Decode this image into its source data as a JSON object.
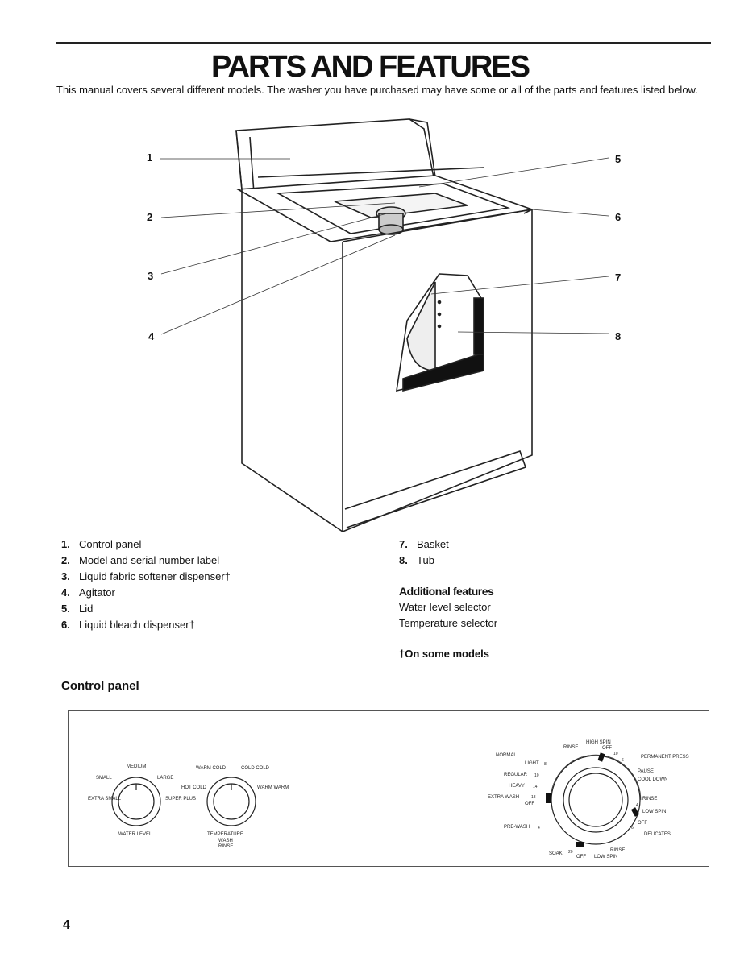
{
  "header": {
    "title": "PARTS AND FEATURES",
    "intro": "This manual covers several different models. The washer you have purchased may have some or all of the parts and features listed below."
  },
  "diagram": {
    "callouts": [
      "1",
      "2",
      "3",
      "4",
      "5",
      "6",
      "7",
      "8"
    ]
  },
  "parts_left": [
    {
      "num": "1.",
      "label": "Control panel"
    },
    {
      "num": "2.",
      "label": "Model and serial number label"
    },
    {
      "num": "3.",
      "label": "Liquid fabric softener dispenser†"
    },
    {
      "num": "4.",
      "label": "Agitator"
    },
    {
      "num": "5.",
      "label": "Lid"
    },
    {
      "num": "6.",
      "label": "Liquid bleach dispenser†"
    }
  ],
  "parts_right": [
    {
      "num": "7.",
      "label": "Basket"
    },
    {
      "num": "8.",
      "label": "Tub"
    }
  ],
  "additional": {
    "title": "Additional features",
    "items": [
      "Water level selector",
      "Temperature selector"
    ]
  },
  "footnote": "†On some models",
  "control_panel": {
    "heading": "Control panel",
    "water_level": {
      "caption": "WATER LEVEL",
      "labels": [
        "MEDIUM",
        "SMALL",
        "LARGE",
        "EXTRA SMALL",
        "SUPER PLUS"
      ]
    },
    "temperature": {
      "caption": "TEMPERATURE",
      "caption2": "WASH",
      "caption3": "RINSE",
      "labels": [
        "WARM COLD",
        "COLD COLD",
        "HOT COLD",
        "WARM WARM"
      ]
    },
    "cycle": {
      "labels": [
        "HIGH SPIN",
        "RINSE",
        "OFF",
        "NORMAL",
        "LIGHT",
        "REGULAR",
        "HEAVY",
        "EXTRA WASH",
        "OFF",
        "PRE-WASH",
        "SOAK",
        "OFF",
        "LOW SPIN",
        "RINSE",
        "PERMANENT PRESS",
        "PAUSE",
        "COOL DOWN",
        "RINSE",
        "LOW SPIN",
        "OFF",
        "DELICATES"
      ],
      "numbers": [
        "10",
        "6",
        "8",
        "10",
        "14",
        "18",
        "4",
        "20",
        "4",
        "6"
      ]
    }
  },
  "page_number": "4"
}
